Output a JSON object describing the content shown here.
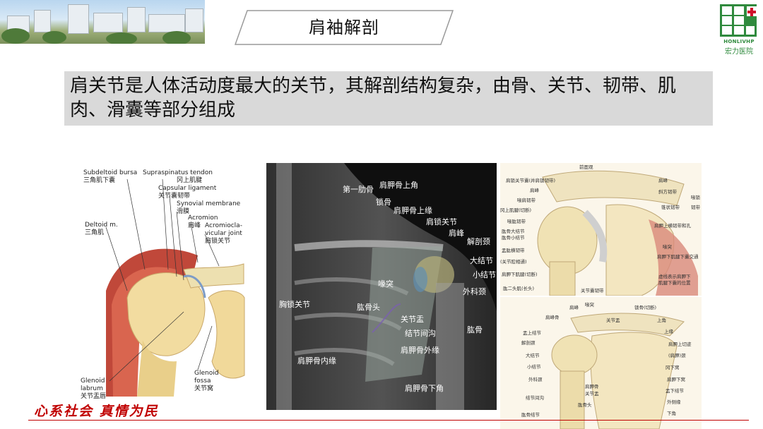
{
  "header": {
    "title": "肩袖解剖",
    "logo_en": "HONLIVHP",
    "logo_cn": "宏力医院"
  },
  "intro": {
    "text": "肩关节是人体活动度最大的关节，其解剖结构复杂，由骨、关节、韧带、肌肉、滑囊等部分组成"
  },
  "figure_left": {
    "labels": [
      "Subdeltoid bursa",
      "三角肌下囊",
      "Supraspinatus tendon",
      "冈上肌腱",
      "Capsular ligament",
      "关节囊韧带",
      "Synovial membrane",
      "滑膜",
      "Acromion",
      "肩峰",
      "Acromiocla-",
      "vicular joint",
      "肩锁关节",
      "Deltoid m.",
      "三角肌",
      "Glenoid",
      "fossa",
      "关节窝",
      "Glenoid",
      "labrum",
      "关节盂唇"
    ]
  },
  "figure_middle": {
    "labels": [
      "第一肋骨",
      "肩胛骨上角",
      "锁骨",
      "肩胛骨上缘",
      "肩锁关节",
      "肩峰",
      "解剖颈",
      "大结节",
      "小结节",
      "外科颈",
      "喙突",
      "胸锁关节",
      "肱骨头",
      "关节盂",
      "结节间沟",
      "肱骨",
      "肩胛骨外缘",
      "肩胛骨内缘",
      "肩胛骨下角"
    ]
  },
  "figure_right_top": {
    "labels": [
      "前面观",
      "肩锁关节囊(并肩锁韧带)",
      "肩峰",
      "喙肩韧带",
      "冈上肌腱(切断)",
      "喙肱韧带",
      "肱骨大结节",
      "肱骨小结节",
      "盂肱横韧带",
      "(关节腔相通)",
      "肩胛下肌腱(切断)",
      "肱二头肌(长头)",
      "关节囊韧带",
      "肩峰",
      "斜方韧带",
      "喙锁",
      "锥状韧带",
      "韧带",
      "肩胛上横韧带和孔",
      "喙突",
      "肩胛下肌腱下囊交通",
      "虚线表示肩胛下",
      "肌腱下囊的位置"
    ]
  },
  "figure_right_bottom": {
    "labels": [
      "喙突",
      "肩峰",
      "锁骨(切断)",
      "肩峰骨",
      "上角",
      "关节盂",
      "上缘",
      "盂上结节",
      "肩胛上切迹",
      "解剖颈",
      "(肩胛)颈",
      "大结节",
      "小结节",
      "冈下窝",
      "外科颈",
      "肩胛下窝",
      "结节间沟",
      "盂下结节",
      "外侧缘",
      "肱骨头",
      "肱骨结节",
      "下角",
      "肩胛骨",
      "关节盂"
    ]
  },
  "footer": {
    "slogan": "心系社会  真情为民"
  },
  "colors": {
    "accent_red": "#c00000",
    "logo_green": "#2f8a3d",
    "intro_bg": "#d9d9d9",
    "title_stroke": "#999999"
  }
}
